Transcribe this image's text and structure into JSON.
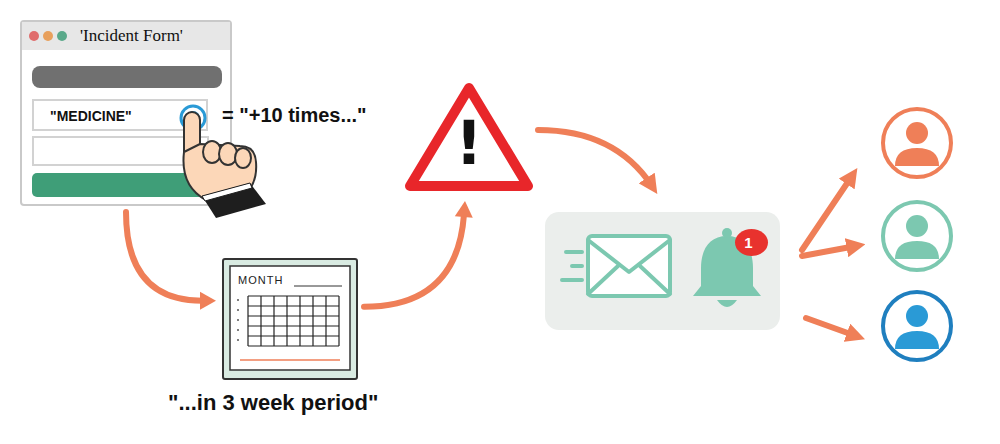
{
  "diagram": {
    "nodes": [
      {
        "text": [
          "'Incident Form'"
        ]
      },
      {
        "text": [
          "\"MEDICINE\""
        ],
        "in": 0
      },
      {
        "text": [
          "MONTH"
        ]
      },
      {
        "text": [
          "!"
        ]
      },
      {
        "text": [
          "1"
        ]
      }
    ],
    "edges": [
      {
        "from": 0,
        "to": 2,
        "arrow": "to"
      },
      {
        "from": 2,
        "to": 3,
        "arrow": "to"
      }
    ],
    "labels": [
      "= \"+10 times...\"",
      "\"...in 3 week period\""
    ]
  }
}
